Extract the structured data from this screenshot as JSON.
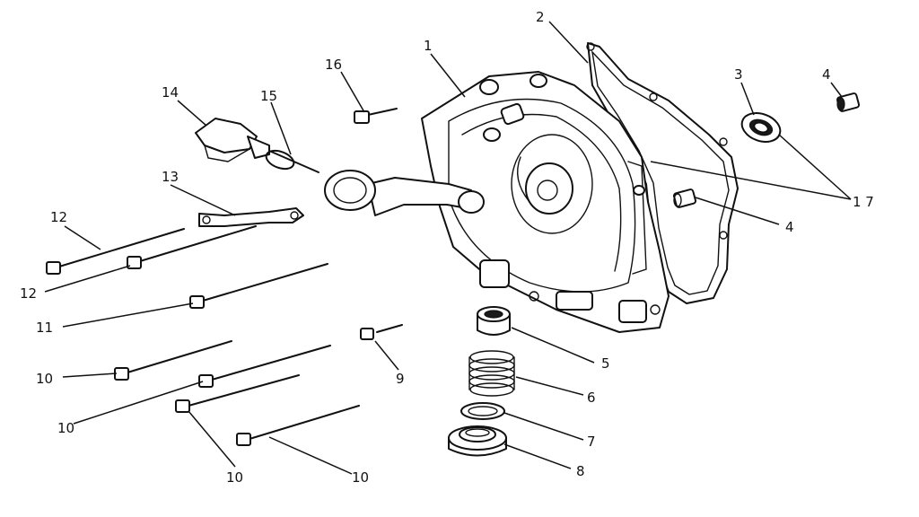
{
  "callouts": [
    {
      "id": "c1",
      "text": "1"
    },
    {
      "id": "c2",
      "text": "2"
    },
    {
      "id": "c3",
      "text": "3"
    },
    {
      "id": "c4a",
      "text": "4"
    },
    {
      "id": "c4b",
      "text": "4"
    },
    {
      "id": "c5",
      "text": "5"
    },
    {
      "id": "c6",
      "text": "6"
    },
    {
      "id": "c7",
      "text": "7"
    },
    {
      "id": "c8",
      "text": "8"
    },
    {
      "id": "c9",
      "text": "9"
    },
    {
      "id": "c10a",
      "text": "10"
    },
    {
      "id": "c10b",
      "text": "10"
    },
    {
      "id": "c10c",
      "text": "10"
    },
    {
      "id": "c10d",
      "text": "10"
    },
    {
      "id": "c11",
      "text": "11"
    },
    {
      "id": "c12a",
      "text": "12"
    },
    {
      "id": "c12b",
      "text": "12"
    },
    {
      "id": "c13",
      "text": "13"
    },
    {
      "id": "c14",
      "text": "14"
    },
    {
      "id": "c15",
      "text": "15"
    },
    {
      "id": "c16",
      "text": "16"
    },
    {
      "id": "c17",
      "text": "1 7"
    }
  ]
}
